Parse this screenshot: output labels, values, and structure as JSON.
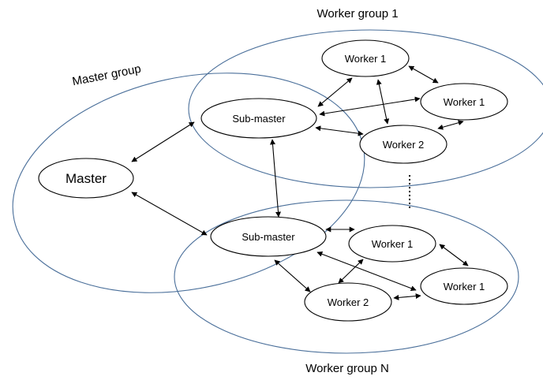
{
  "groups": {
    "worker_group_1": "Worker group 1",
    "master_group": "Master group",
    "worker_group_n": "Worker group N"
  },
  "nodes": {
    "master": "Master",
    "submaster_1": "Sub-master",
    "worker1_top_1": "Worker 1",
    "worker1_right_1": "Worker 1",
    "worker2_1": "Worker 2",
    "submaster_n": "Sub-master",
    "worker1_top_n": "Worker 1",
    "worker1_right_n": "Worker 1",
    "worker2_n": "Worker 2"
  },
  "colors": {
    "group_outline": "#4a6f9a",
    "node_outline": "#000000",
    "text": "#000000"
  }
}
